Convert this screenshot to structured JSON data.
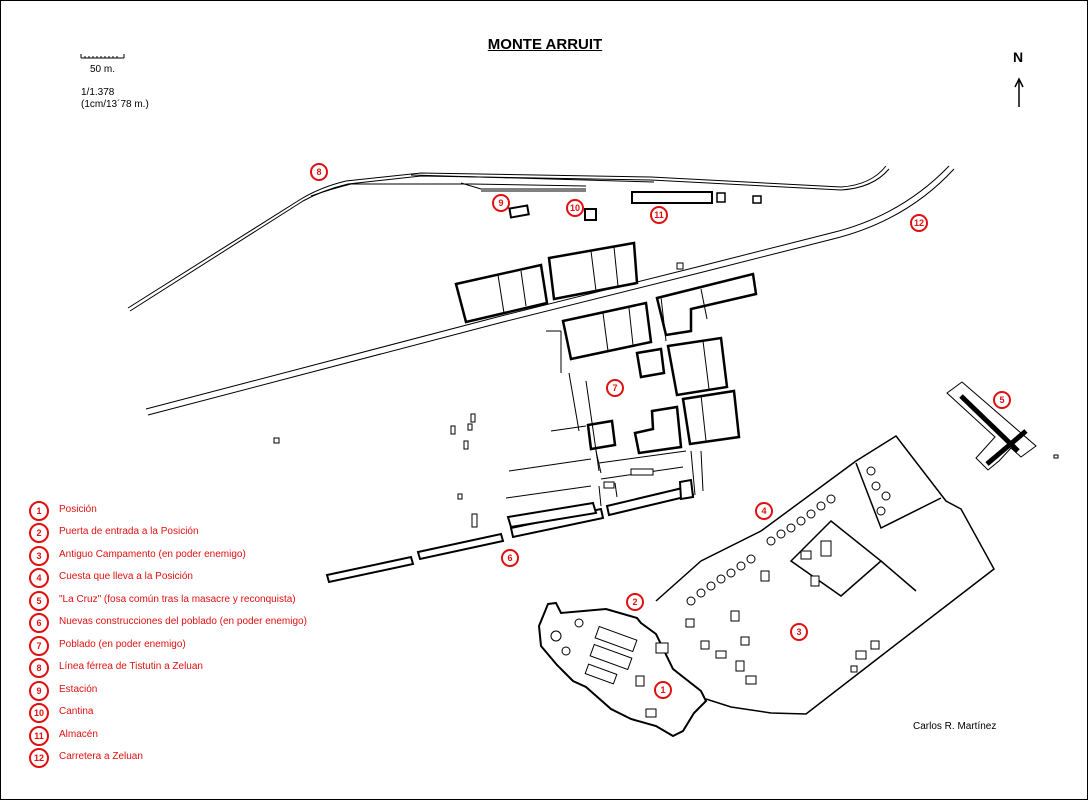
{
  "title": "MONTE ARRUIT",
  "scale": {
    "label": "50 m.",
    "ratio": "1/1.378",
    "ratio_detail": "(1cm/13´78 m.)"
  },
  "north": {
    "label": "N",
    "icon": "north-arrow-icon"
  },
  "author": "Carlos R. Martínez",
  "colors": {
    "legend": "#e01010",
    "lines": "#000000"
  },
  "markers": [
    "1",
    "2",
    "3",
    "4",
    "5",
    "6",
    "7",
    "8",
    "9",
    "10",
    "11",
    "12"
  ],
  "legend": [
    {
      "num": "1",
      "text": "Posición"
    },
    {
      "num": "2",
      "text": "Puerta de entrada a la Posición"
    },
    {
      "num": "3",
      "text": "Antiguo Campamento (en poder enemigo)"
    },
    {
      "num": "4",
      "text": "Cuesta que lleva a la Posición"
    },
    {
      "num": "5",
      "text": "\"La Cruz\" (fosa común tras la masacre y reconquista)"
    },
    {
      "num": "6",
      "text": "Nuevas construcciones del poblado (en poder enemigo)"
    },
    {
      "num": "7",
      "text": "Poblado (en poder enemigo)"
    },
    {
      "num": "8",
      "text": "Línea férrea de Tistutin a Zeluan"
    },
    {
      "num": "9",
      "text": "Estación"
    },
    {
      "num": "10",
      "text": "Cantina"
    },
    {
      "num": "11",
      "text": "Almacén"
    },
    {
      "num": "12",
      "text": "Carretera a Zeluan"
    }
  ]
}
